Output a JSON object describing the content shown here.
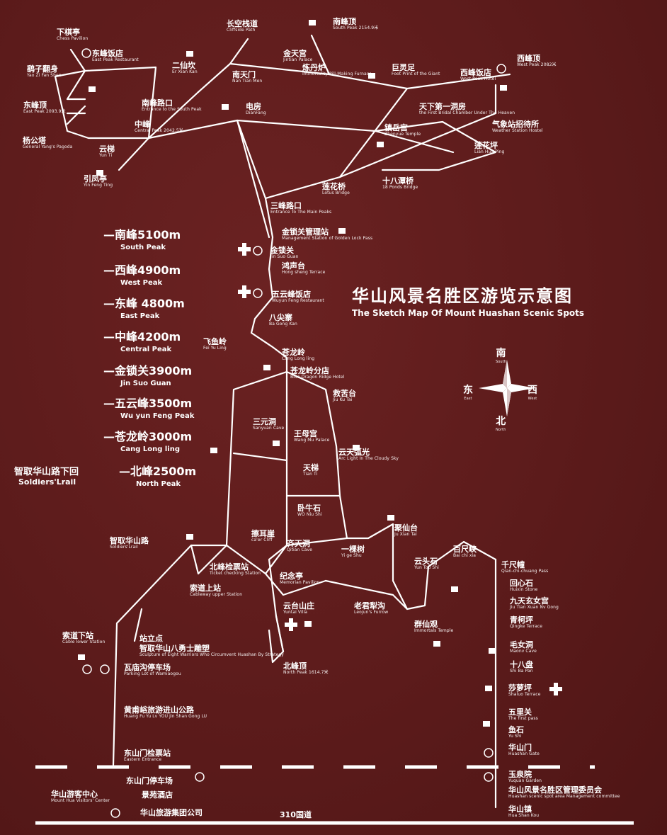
{
  "title": {
    "zh": "华山风景名胜区游览示意图",
    "en": "The Sketch Map Of Mount Huashan Scenic Spots"
  },
  "elevations": [
    {
      "zh": "南峰5100m",
      "en": "South Peak"
    },
    {
      "zh": "西峰4900m",
      "en": "West Peak"
    },
    {
      "zh": "东峰 4800m",
      "en": "East Peak"
    },
    {
      "zh": "中峰4200m",
      "en": "Central Peak"
    },
    {
      "zh": "金锁关3900m",
      "en": "Jin Suo Guan"
    },
    {
      "zh": "五云峰3500m",
      "en": "Wu yun Feng Peak"
    },
    {
      "zh": "苍龙岭3000m",
      "en": "Cang Long ling"
    },
    {
      "zh": "北峰2500m",
      "en": "North Peak"
    }
  ],
  "soldiers_trail": {
    "zh": "智取华山路下回",
    "en": "Soldiers'Lrail"
  },
  "compass": {
    "north": "北",
    "south": "南",
    "east": "东",
    "west": "西",
    "north_en": "North",
    "south_en": "South",
    "east_en": "East",
    "west_en": "West"
  },
  "highway": "310国道",
  "places": [
    {
      "zh": "下棋亭",
      "en": "Chess Pavilion"
    },
    {
      "zh": "东峰饭店",
      "en": "East Peak Restaurant"
    },
    {
      "zh": "鹞子翻身",
      "en": "Yao Zi Fan Shen"
    },
    {
      "zh": "东峰顶",
      "en": "East Peak 2093.9米"
    },
    {
      "zh": "杨公塔",
      "en": "General Yang's Pagoda"
    },
    {
      "zh": "云梯",
      "en": "Yun Ti"
    },
    {
      "zh": "引凤亭",
      "en": "Yin Feng Ting"
    },
    {
      "zh": "二仙坎",
      "en": "Er Xian Kan"
    },
    {
      "zh": "南峰路口",
      "en": "Entrance to the South Peak"
    },
    {
      "zh": "中峰",
      "en": "Central Peak 2042.5米"
    },
    {
      "zh": "长空栈道",
      "en": "Cliffside Path"
    },
    {
      "zh": "南峰顶",
      "en": "South Peak 2154.9米"
    },
    {
      "zh": "金天宫",
      "en": "Jintian Palace"
    },
    {
      "zh": "南天门",
      "en": "Nan Tian Men"
    },
    {
      "zh": "电房",
      "en": "DianFang"
    },
    {
      "zh": "炼丹炉",
      "en": "Immortality-Pill-Making Furnace"
    },
    {
      "zh": "巨灵足",
      "en": "Foot Print of the Giant"
    },
    {
      "zh": "西峰饭店",
      "en": "West Peak Hotel"
    },
    {
      "zh": "西峰顶",
      "en": "West Peak 2082米"
    },
    {
      "zh": "天下第一洞房",
      "en": "the First Bridal Chamber Under The Heaven"
    },
    {
      "zh": "镇岳宫",
      "en": "Zhenyue Temple"
    },
    {
      "zh": "气象站招待所",
      "en": "Weather Station Hostel"
    },
    {
      "zh": "莲花坪",
      "en": "Lian Hua Ping"
    },
    {
      "zh": "莲花桥",
      "en": "Lotus Bridge"
    },
    {
      "zh": "十八潭桥",
      "en": "18 Ponds Bridge"
    },
    {
      "zh": "三峰路口",
      "en": "Entrance To The Main Peaks"
    },
    {
      "zh": "金锁关管理站",
      "en": "Management Station of Golden Lock Pass"
    },
    {
      "zh": "金锁关",
      "en": "Jin Suo Guan"
    },
    {
      "zh": "鸿声台",
      "en": "Hong sheng Terrace"
    },
    {
      "zh": "五云峰饭店",
      "en": "Wuyun Feng Restaurant"
    },
    {
      "zh": "八尖寨",
      "en": "Ba Gong Kan"
    },
    {
      "zh": "飞鱼岭",
      "en": "Fei Yu Ling"
    },
    {
      "zh": "苍龙岭",
      "en": "Cang Long ling"
    },
    {
      "zh": "苍龙岭分店",
      "en": "Blue Dragon Ridge Hotel"
    },
    {
      "zh": "救苦台",
      "en": "Jiu Ku Tai"
    },
    {
      "zh": "三元洞",
      "en": "Sanyuan Cave"
    },
    {
      "zh": "王母宫",
      "en": "Wang Mu Palace"
    },
    {
      "zh": "云天弧光",
      "en": "Arc Light In The Cloudy Sky"
    },
    {
      "zh": "天梯",
      "en": "Tian Ti"
    },
    {
      "zh": "卧牛石",
      "en": "WO Niu Shi"
    },
    {
      "zh": "擦耳崖",
      "en": "ca'er Cliff"
    },
    {
      "zh": "齐天洞",
      "en": "Qitian Cave"
    },
    {
      "zh": "一棵树",
      "en": "Yi ge Shu"
    },
    {
      "zh": "聚仙台",
      "en": "Ju Xian Tai"
    },
    {
      "zh": "百尺峡",
      "en": "Bai chi xia"
    },
    {
      "zh": "云头石",
      "en": "Yun Tou Shi"
    },
    {
      "zh": "智取华山路",
      "en": "Soldiers'Lrail"
    },
    {
      "zh": "北峰检票站",
      "en": "Ticket checking Station"
    },
    {
      "zh": "纪念亭",
      "en": "Memorian Pavilion"
    },
    {
      "zh": "索道上站",
      "en": "Cableway upper Station"
    },
    {
      "zh": "云台山庄",
      "en": "Yuntai Villa"
    },
    {
      "zh": "老君犁沟",
      "en": "Leojun's Furrow"
    },
    {
      "zh": "群仙观",
      "en": "Immortals Temple"
    },
    {
      "zh": "千尺幢",
      "en": "Qian-chi-chuang Pass"
    },
    {
      "zh": "回心石",
      "en": "Huixin Stone"
    },
    {
      "zh": "九天玄女宫",
      "en": "Jiu Tian Xuan Nv Gong"
    },
    {
      "zh": "青柯坪",
      "en": "Qingke Terrace"
    },
    {
      "zh": "毛女洞",
      "en": "Maonv Cave"
    },
    {
      "zh": "十八盘",
      "en": "Shi Ba Pan"
    },
    {
      "zh": "莎萝坪",
      "en": "Shaluo Terrace"
    },
    {
      "zh": "五里关",
      "en": "The first pass"
    },
    {
      "zh": "鱼石",
      "en": "Yu Shi"
    },
    {
      "zh": "华山门",
      "en": "Huashan Gate"
    },
    {
      "zh": "玉泉院",
      "en": "Yuquan Garden"
    },
    {
      "zh": "华山风景名胜区管理委员会",
      "en": "Huashan scenic spot area Management committee"
    },
    {
      "zh": "华山镇",
      "en": "Hua Shan Kou"
    },
    {
      "zh": "索道下站",
      "en": "Cable lower Station"
    },
    {
      "zh": "站立点",
      "en": ""
    },
    {
      "zh": "智取华山八勇士雕塑",
      "en": "Sculpture of Eight Warriors Who Circumvent Huashan By Strategy"
    },
    {
      "zh": "瓦庙沟停车场",
      "en": "Parking Lot of Wamiaogou"
    },
    {
      "zh": "黄甫峪旅游进山公路",
      "en": "Huang Fu Yu Lv YOU Jin Shan Gong LU"
    },
    {
      "zh": "东山门检票站",
      "en": "Eastern Entrance"
    },
    {
      "zh": "东山门停车场",
      "en": ""
    },
    {
      "zh": "景苑酒店",
      "en": ""
    },
    {
      "zh": "华山游客中心",
      "en": "Mount Hua Visitors' Center"
    },
    {
      "zh": "华山旅游集团公司",
      "en": ""
    },
    {
      "zh": "北峰顶",
      "en": "North Peak 1614.7米"
    }
  ]
}
